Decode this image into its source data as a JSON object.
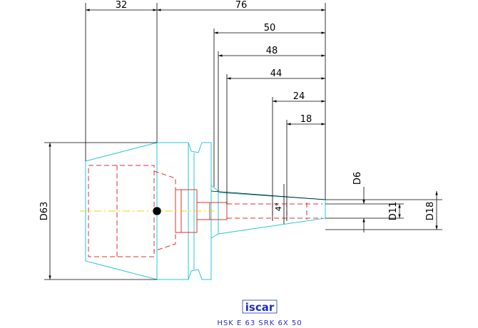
{
  "dimensions": {
    "top": [
      {
        "label": "32"
      },
      {
        "label": "76"
      },
      {
        "label": "50"
      },
      {
        "label": "48"
      },
      {
        "label": "44"
      },
      {
        "label": "24"
      },
      {
        "label": "18"
      }
    ],
    "side": {
      "left": "D63",
      "d6": "D6",
      "d11": "D11",
      "d18": "D18",
      "angle": "4°"
    }
  },
  "brand": {
    "logo_text": "iscar",
    "caption": "HSK E 63 SRK 6X 50"
  },
  "colors": {
    "outline": "#25c8d8",
    "hidden": "#e23030",
    "centerline": "#e8d800",
    "dimension": "#000000",
    "brand": "#1f2fb8"
  }
}
